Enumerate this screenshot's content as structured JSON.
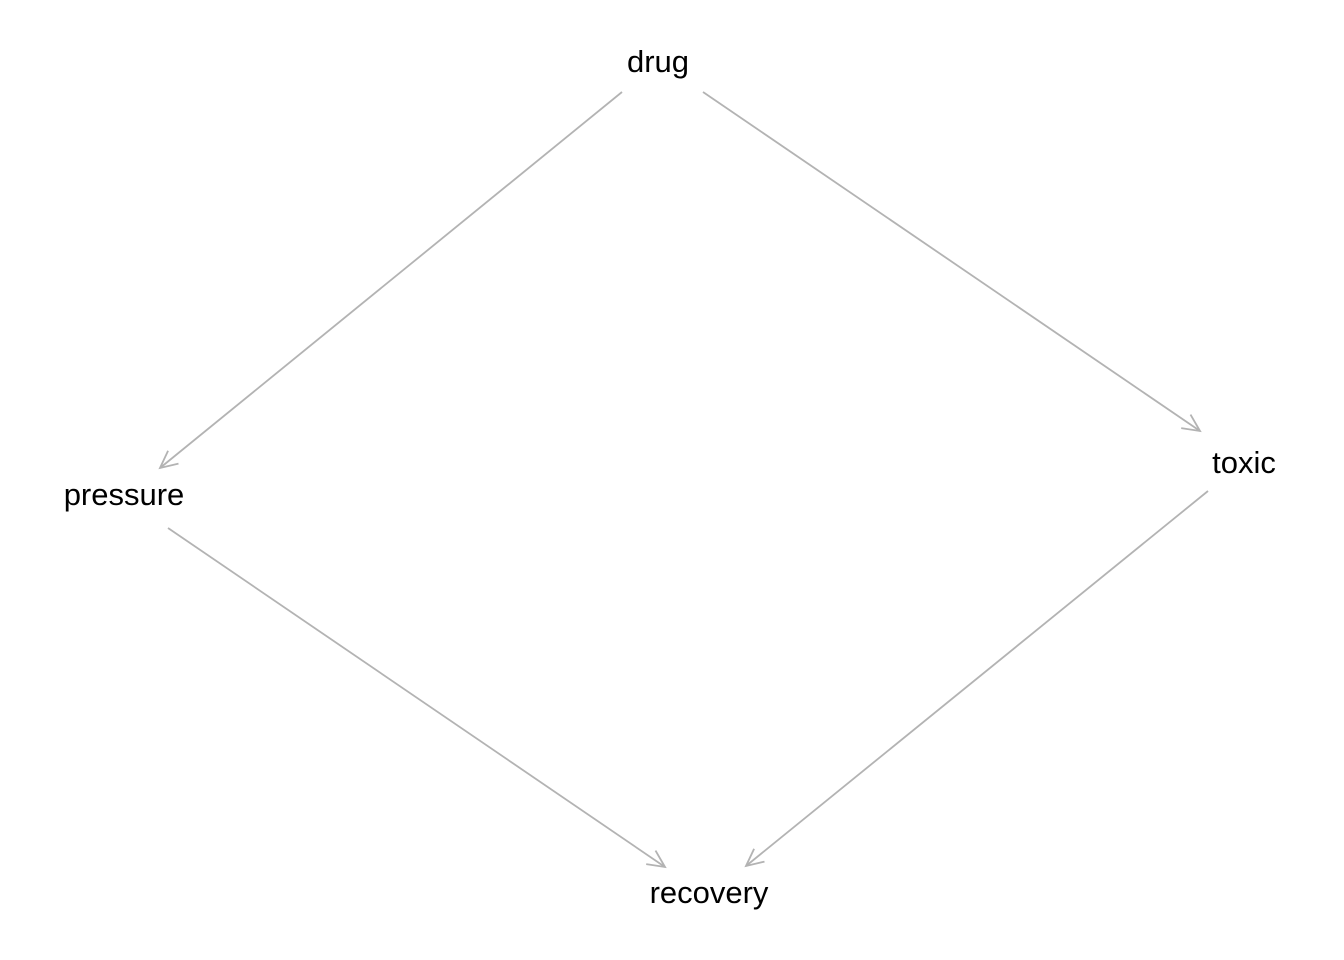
{
  "nodes": [
    {
      "id": "drug",
      "label": "drug"
    },
    {
      "id": "pressure",
      "label": "pressure"
    },
    {
      "id": "toxic",
      "label": "toxic"
    },
    {
      "id": "recovery",
      "label": "recovery"
    }
  ],
  "edges": [
    {
      "from": "drug",
      "to": "pressure"
    },
    {
      "from": "drug",
      "to": "toxic"
    },
    {
      "from": "pressure",
      "to": "recovery"
    },
    {
      "from": "toxic",
      "to": "recovery"
    }
  ],
  "colors": {
    "edge": "#b3b3b3",
    "text": "#000000",
    "background": "#ffffff"
  }
}
